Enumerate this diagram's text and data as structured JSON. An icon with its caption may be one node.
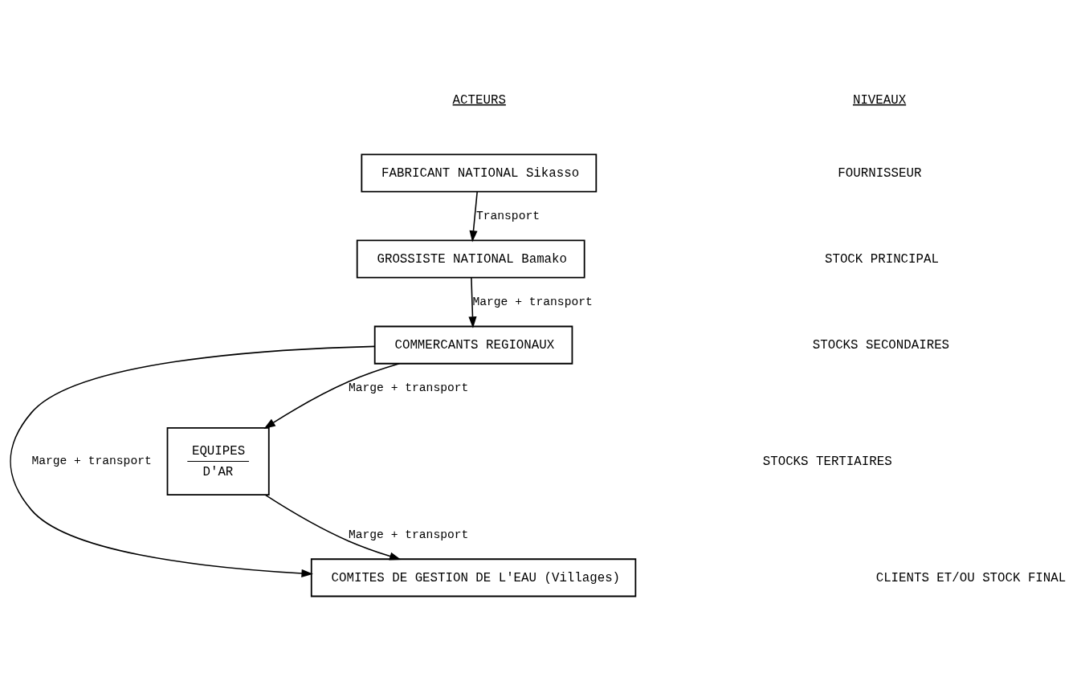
{
  "diagram": {
    "nodes": [
      {
        "text": [
          "FABRICANT NATIONAL Sikasso"
        ]
      },
      {
        "text": [
          "GROSSISTE NATIONAL Bamako"
        ]
      },
      {
        "text": [
          "COMMERCANTS REGIONAUX"
        ]
      },
      {
        "text": [
          "EQUIPES",
          "D'AR"
        ]
      },
      {
        "text": [
          "COMITES DE GESTION DE L'EAU (Villages)"
        ]
      }
    ],
    "edges": [
      {
        "from": 0,
        "to": 1,
        "arrow": "to",
        "label": "Transport"
      },
      {
        "from": 1,
        "to": 2,
        "arrow": "to",
        "label": "Marge + transport"
      },
      {
        "from": 2,
        "to": 3,
        "arrow": "to",
        "label": "Marge + transport"
      },
      {
        "from": 2,
        "to": 4,
        "arrow": "to",
        "label": "Marge + transport"
      },
      {
        "from": 3,
        "to": 4,
        "arrow": "to",
        "label": "Marge + transport"
      }
    ],
    "labels": [
      "ACTEURS",
      "NIVEAUX",
      "FOURNISSEUR",
      "STOCK PRINCIPAL",
      "STOCKS SECONDAIRES",
      "STOCKS TERTIAIRES",
      "CLIENTS ET/OU STOCK FINAL"
    ]
  }
}
